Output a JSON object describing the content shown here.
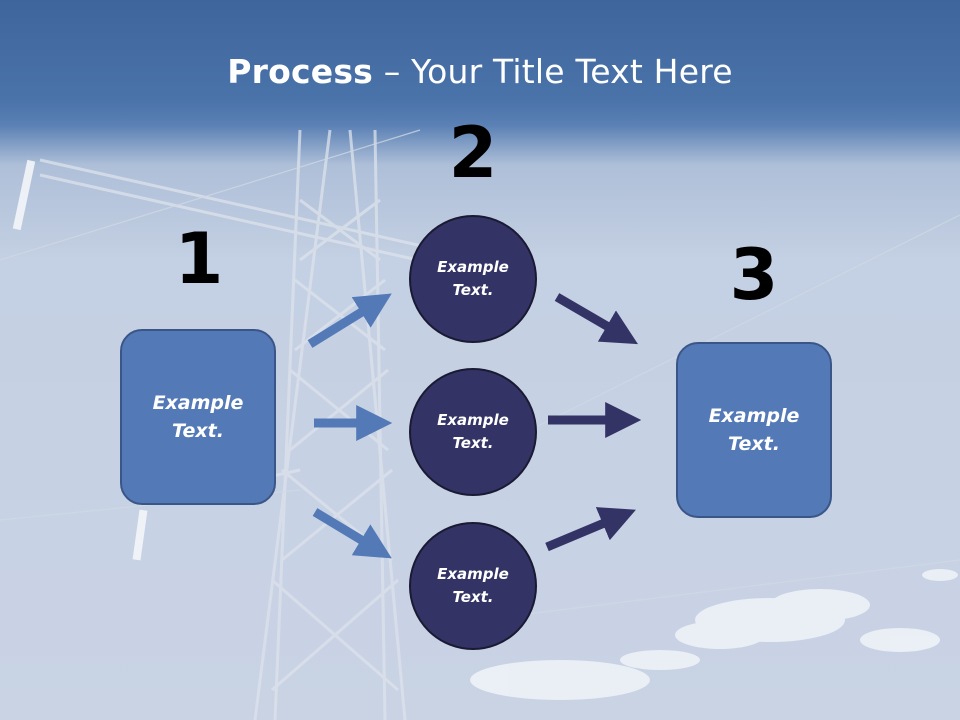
{
  "slide": {
    "title_bold": "Process",
    "title_rest": " – Your Title Text Here"
  },
  "steps": {
    "step1": {
      "number": "1",
      "box_label": "Example\nText."
    },
    "step2": {
      "number": "2",
      "circles": [
        "Example\nText.",
        "Example\nText.",
        "Example\nText."
      ]
    },
    "step3": {
      "number": "3",
      "box_label": "Example\nText."
    }
  },
  "colors": {
    "header_band": "#4a73aa",
    "box_fill": "#5479b7",
    "circle_fill": "#333366",
    "light_arrow": "#5479b7",
    "dark_arrow": "#333366"
  }
}
